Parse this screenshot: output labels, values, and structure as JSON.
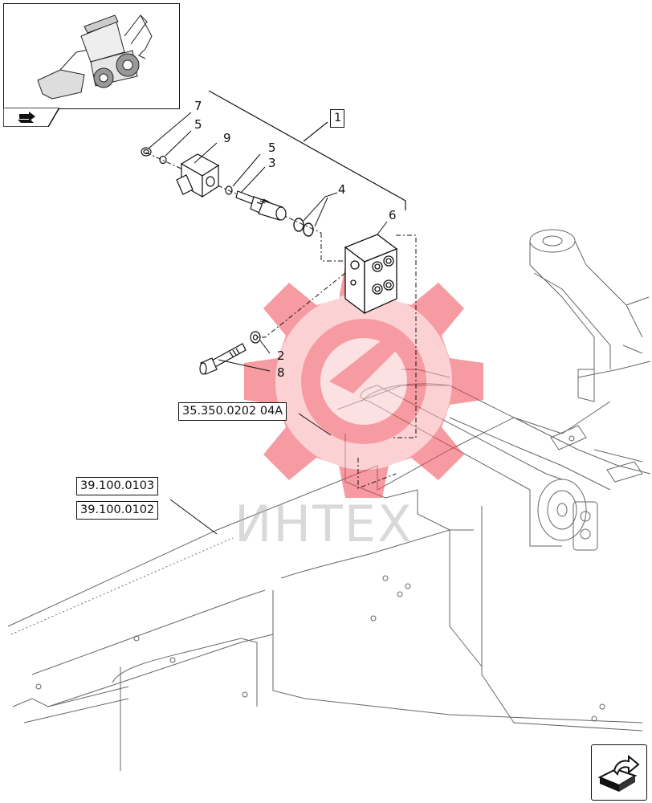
{
  "reference_boxes": [
    {
      "id": "ref-35",
      "label": "35.350.0202 04A"
    },
    {
      "id": "ref-39-0103",
      "label": "39.100.0103"
    },
    {
      "id": "ref-39-0102",
      "label": "39.100.0102"
    }
  ],
  "assembly_label": "1",
  "callouts": {
    "c2": "2",
    "c3": "3",
    "c4": "4",
    "c5a": "5",
    "c5b": "5",
    "c6": "6",
    "c7": "7",
    "c8": "8",
    "c9": "9"
  },
  "watermark": {
    "text": "ИНТЕХ",
    "color": "#e8404a"
  },
  "icons": {
    "thumbnail": "backhoe-loader-thumbnail",
    "view_tab": "view-direction-icon",
    "next_page": "next-page-icon"
  },
  "colors": {
    "line": "#111111",
    "frame": "#555555",
    "watermark": "#f04a55"
  }
}
